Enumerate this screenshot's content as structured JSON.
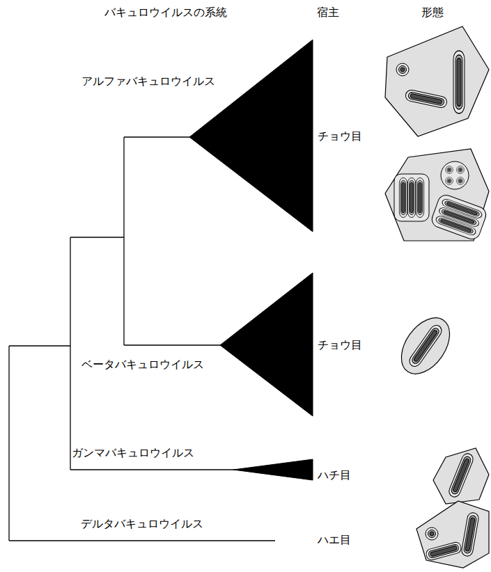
{
  "diagram": {
    "labels": [
      "バキュロウイルスの系統",
      "宿主",
      "形態",
      "アルファバキュロウイルス",
      "チョウ目",
      "ベータバキュロウイルス",
      "チョウ目",
      "ガンマバキュロウイルス",
      "ハチ目",
      "デルタバキュロウイルス",
      "ハエ目"
    ]
  }
}
